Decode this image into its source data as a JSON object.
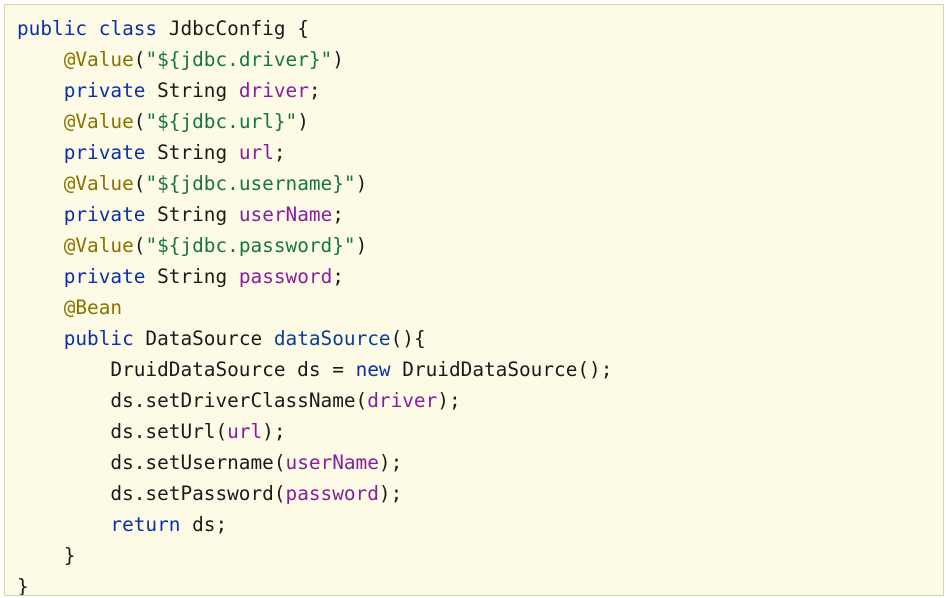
{
  "editor": {
    "language": "java",
    "colors": {
      "background": "#fdfbe6",
      "keyword": "#0b2fa8",
      "annotation": "#8a7200",
      "string": "#17773a",
      "field": "#871f9c",
      "method": "#0a3f8f",
      "plain": "#1a1a1a"
    },
    "lines": [
      [
        {
          "t": "public",
          "c": "keyword"
        },
        {
          "t": " "
        },
        {
          "t": "class",
          "c": "keyword"
        },
        {
          "t": " JdbcConfig {"
        }
      ],
      [
        {
          "t": "    "
        },
        {
          "t": "@Value",
          "c": "annotation"
        },
        {
          "t": "("
        },
        {
          "t": "\"${jdbc.driver}\"",
          "c": "string"
        },
        {
          "t": ")"
        }
      ],
      [
        {
          "t": "    "
        },
        {
          "t": "private",
          "c": "keyword"
        },
        {
          "t": " String "
        },
        {
          "t": "driver",
          "c": "field"
        },
        {
          "t": ";"
        }
      ],
      [
        {
          "t": "    "
        },
        {
          "t": "@Value",
          "c": "annotation"
        },
        {
          "t": "("
        },
        {
          "t": "\"${jdbc.url}\"",
          "c": "string"
        },
        {
          "t": ")"
        }
      ],
      [
        {
          "t": "    "
        },
        {
          "t": "private",
          "c": "keyword"
        },
        {
          "t": " String "
        },
        {
          "t": "url",
          "c": "field"
        },
        {
          "t": ";"
        }
      ],
      [
        {
          "t": "    "
        },
        {
          "t": "@Value",
          "c": "annotation"
        },
        {
          "t": "("
        },
        {
          "t": "\"${jdbc.username}\"",
          "c": "string"
        },
        {
          "t": ")"
        }
      ],
      [
        {
          "t": "    "
        },
        {
          "t": "private",
          "c": "keyword"
        },
        {
          "t": " String "
        },
        {
          "t": "userName",
          "c": "field"
        },
        {
          "t": ";"
        }
      ],
      [
        {
          "t": "    "
        },
        {
          "t": "@Value",
          "c": "annotation"
        },
        {
          "t": "("
        },
        {
          "t": "\"${jdbc.password}\"",
          "c": "string"
        },
        {
          "t": ")"
        }
      ],
      [
        {
          "t": "    "
        },
        {
          "t": "private",
          "c": "keyword"
        },
        {
          "t": " String "
        },
        {
          "t": "password",
          "c": "field"
        },
        {
          "t": ";"
        }
      ],
      [
        {
          "t": "    "
        },
        {
          "t": "@Bean",
          "c": "annotation"
        }
      ],
      [
        {
          "t": "    "
        },
        {
          "t": "public",
          "c": "keyword"
        },
        {
          "t": " DataSource "
        },
        {
          "t": "dataSource",
          "c": "method"
        },
        {
          "t": "(){"
        }
      ],
      [
        {
          "t": "        DruidDataSource ds = "
        },
        {
          "t": "new",
          "c": "keyword"
        },
        {
          "t": " DruidDataSource();"
        }
      ],
      [
        {
          "t": "        ds.setDriverClassName("
        },
        {
          "t": "driver",
          "c": "field"
        },
        {
          "t": ");"
        }
      ],
      [
        {
          "t": "        ds.setUrl("
        },
        {
          "t": "url",
          "c": "field"
        },
        {
          "t": ");"
        }
      ],
      [
        {
          "t": "        ds.setUsername("
        },
        {
          "t": "userName",
          "c": "field"
        },
        {
          "t": ");"
        }
      ],
      [
        {
          "t": "        ds.setPassword("
        },
        {
          "t": "password",
          "c": "field"
        },
        {
          "t": ");"
        }
      ],
      [
        {
          "t": "        "
        },
        {
          "t": "return",
          "c": "keyword"
        },
        {
          "t": " ds;"
        }
      ],
      [
        {
          "t": "    }"
        }
      ],
      [
        {
          "t": "}"
        }
      ]
    ]
  }
}
